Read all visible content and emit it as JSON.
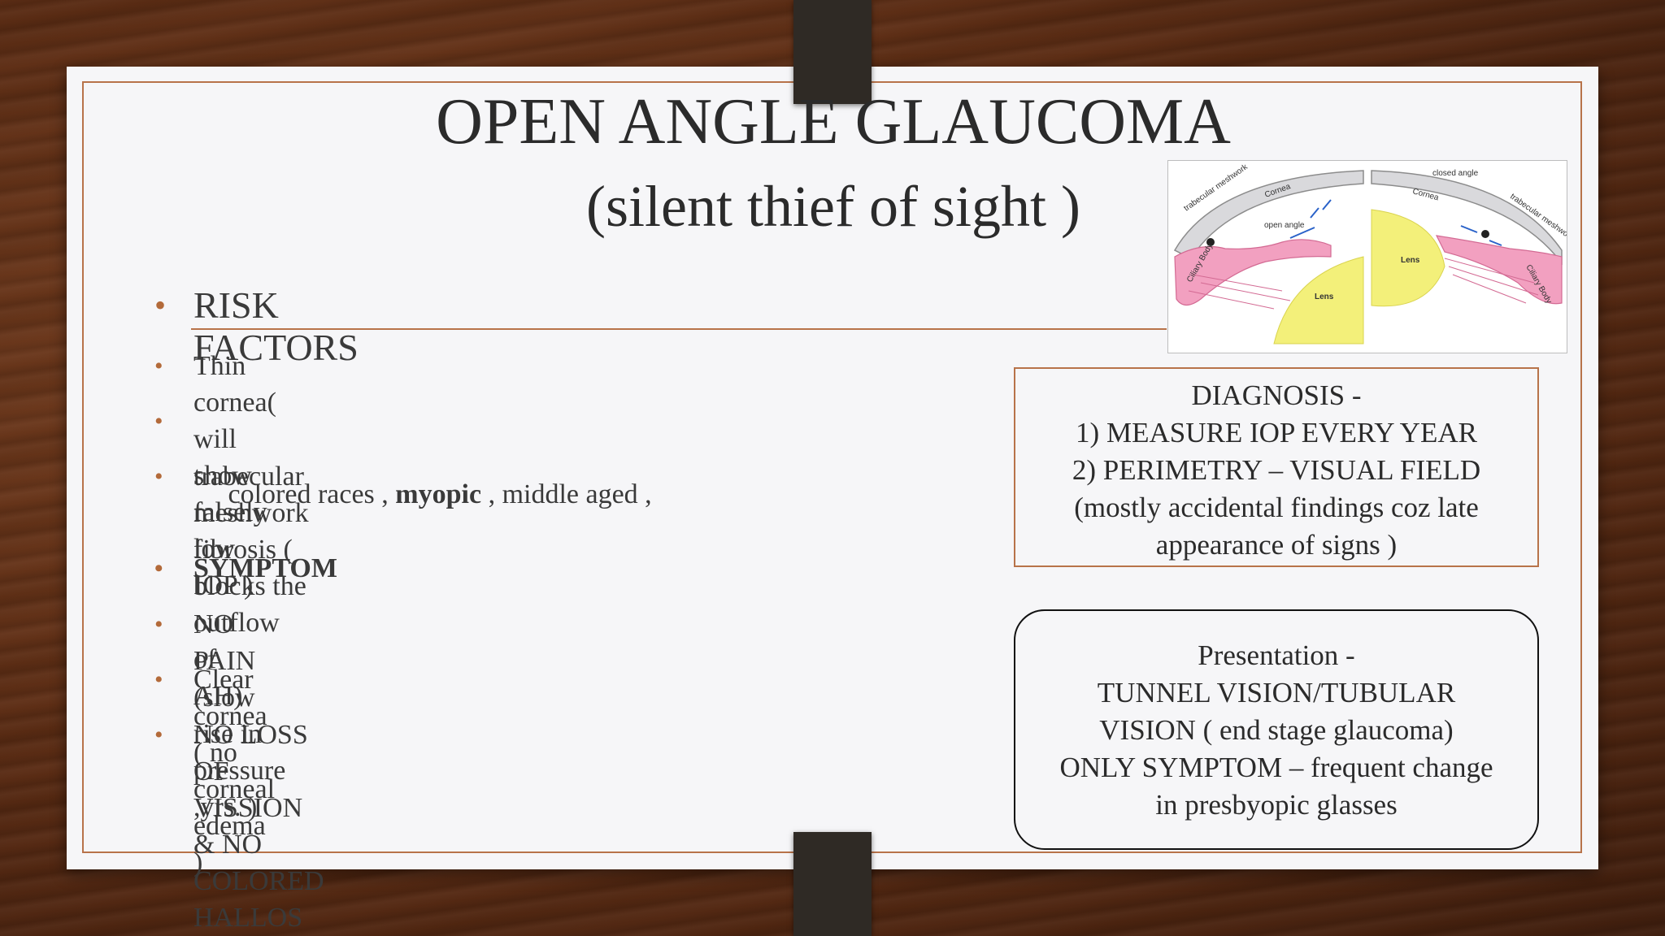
{
  "slide": {
    "title_line1": "OPEN ANGLE GLAUCOMA",
    "title_line2": "(silent thief of sight )"
  },
  "bullets": {
    "risk_factors": "RISK FACTORS",
    "item1": "Thin cornea( will show falsely low IOP )",
    "item2_pre": " colored races , ",
    "item2_bold": "myopic",
    "item2_post": " , middle aged ,",
    "item3_line1": "trabecular meshwork fibrosis ( blocks the outflow of",
    "item3_line2": "AH)",
    "symptom": "SYMPTOM",
    "item4": "NO PAIN (slow rise in pressure ,yrs. )",
    "item5": "Clear cornea ( no corneal edema )",
    "item6": "NO LOSS OF VISSION & NO COLORED HALLOS"
  },
  "diagram": {
    "labels": {
      "trabecular_left": "trabecular meshwork",
      "cornea_left": "Cornea",
      "open_angle": "open angle",
      "ciliary_left": "Ciliary Body",
      "lens_left": "Lens",
      "closed_angle": "closed angle",
      "cornea_right": "Cornea",
      "trabecular_right": "trabecular meshwork",
      "lens_right": "Lens",
      "ciliary_right": "Ciliary Body"
    }
  },
  "diagnosis_box": {
    "line1": "DIAGNOSIS -",
    "line2": "1) MEASURE IOP EVERY YEAR",
    "line3": "2) PERIMETRY – VISUAL FIELD",
    "line4": "(mostly accidental findings coz late",
    "line5": "appearance of signs )"
  },
  "presentation_box": {
    "line1": "Presentation -",
    "line2": "TUNNEL VISION/TUBULAR",
    "line3": "VISION ( end stage glaucoma)",
    "line4": "ONLY SYMPTOM – frequent change",
    "line5": "in presbyopic glasses"
  },
  "colors": {
    "accent": "#b8734a",
    "text": "#2b2b2b",
    "paper": "#f6f6f8",
    "iris_pink": "#f2a0c0",
    "lens_yellow": "#f3f07a"
  }
}
